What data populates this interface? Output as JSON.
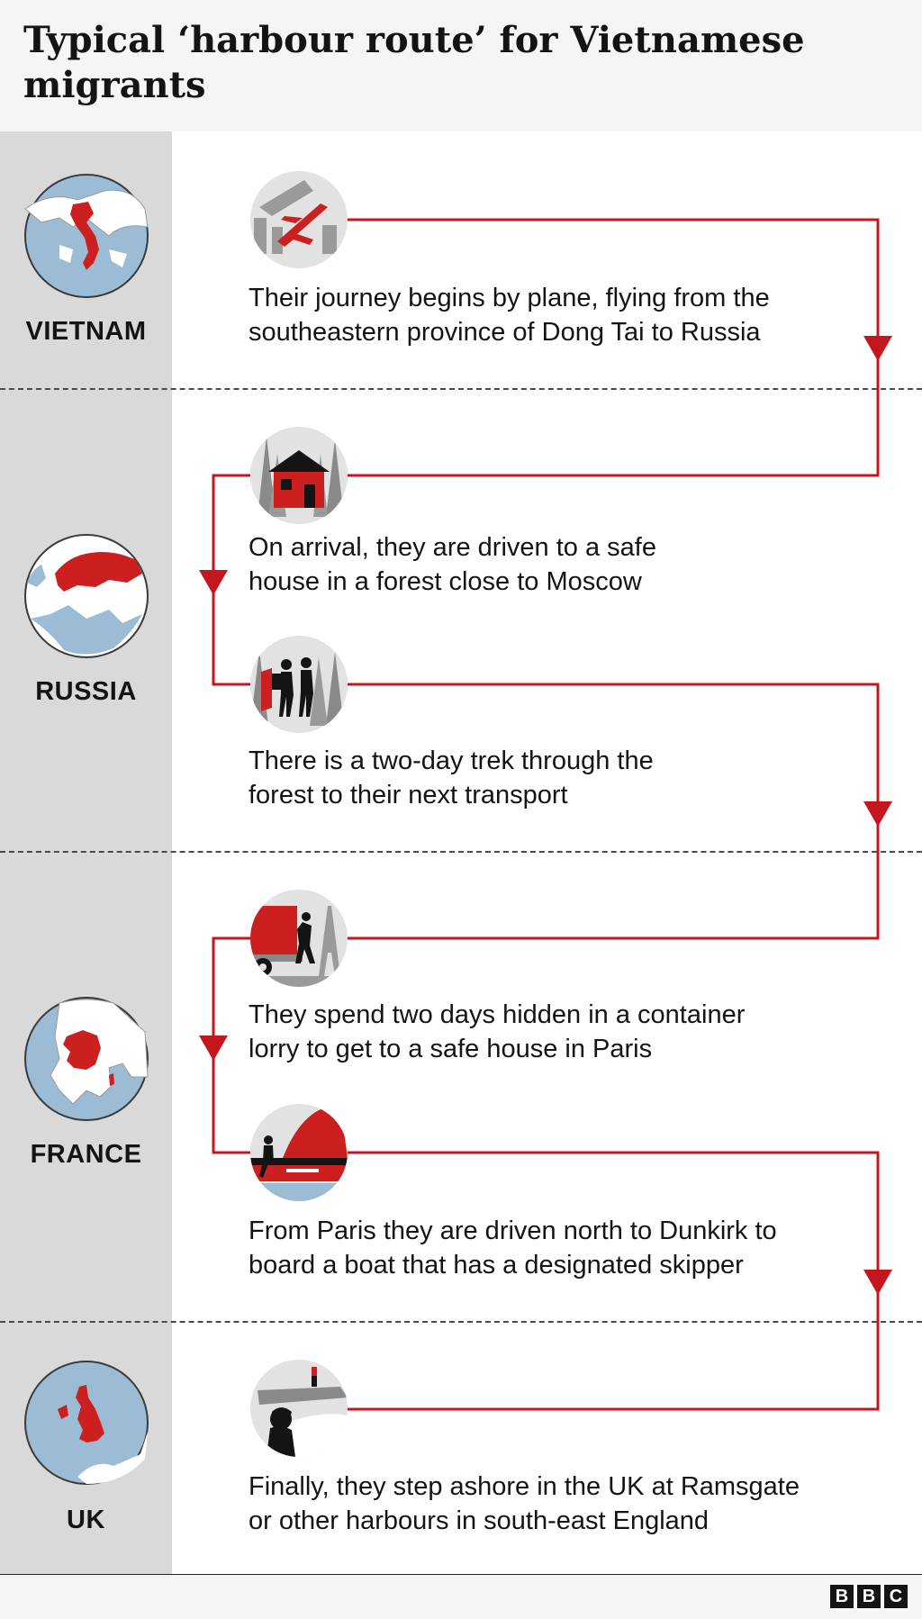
{
  "title": "Typical ‘harbour route’ for Vietnamese migrants",
  "colors": {
    "route": "#c4161c",
    "sidebar": "#d9d9d9",
    "header_bg": "#f5f5f5",
    "globe_sea": "#9bbcd4",
    "globe_land": "#ffffff",
    "highlight": "#cc1f1f",
    "icon_bg": "#e2e2e2"
  },
  "countries": [
    {
      "label": "VIETNAM",
      "icon": "globe-vietnam-icon"
    },
    {
      "label": "RUSSIA",
      "icon": "globe-russia-icon"
    },
    {
      "label": "FRANCE",
      "icon": "globe-france-icon"
    },
    {
      "label": "UK",
      "icon": "globe-uk-icon"
    }
  ],
  "steps": [
    {
      "icon": "airplane-icon",
      "lines": [
        "Their journey begins by plane, flying from the",
        "southeastern province of Dong Tai to Russia"
      ]
    },
    {
      "icon": "forest-house-icon",
      "lines": [
        "On arrival, they are driven to a safe",
        "house in a forest close to Moscow"
      ]
    },
    {
      "icon": "forest-trek-icon",
      "lines": [
        "There is a two-day trek through the",
        "forest to their next transport"
      ]
    },
    {
      "icon": "lorry-eiffel-icon",
      "lines": [
        "They spend two days hidden in a container",
        "lorry to get to a safe house in Paris"
      ]
    },
    {
      "icon": "boat-icon",
      "lines": [
        "From Paris they are driven north to Dunkirk to",
        "board a boat that has a designated skipper"
      ]
    },
    {
      "icon": "harbour-icon",
      "lines": [
        "Finally, they step ashore in the UK at Ramsgate",
        "or other harbours in south-east England"
      ]
    }
  ],
  "footer": {
    "logo_letters": [
      "B",
      "B",
      "C"
    ]
  }
}
